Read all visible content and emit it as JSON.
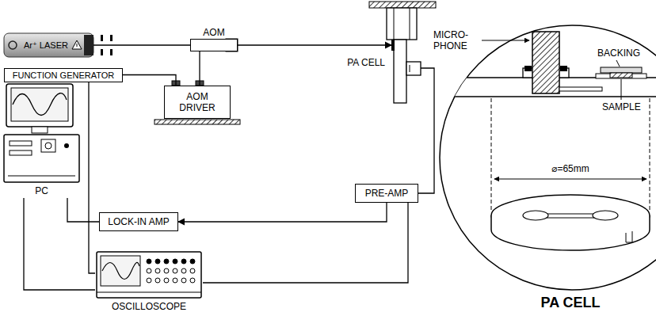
{
  "diagram": {
    "nodes": [
      {
        "text": [
          "Ar⁺ LASER"
        ]
      },
      {
        "text": [
          "AOM"
        ]
      },
      {
        "text": [
          "PA CELL"
        ]
      },
      {
        "text": [
          "FUNCTION GENERATOR"
        ]
      },
      {
        "text": [
          "AOM DRIVER"
        ]
      },
      {
        "text": [
          "PC"
        ]
      },
      {
        "text": [
          "PRE-AMP"
        ]
      },
      {
        "text": [
          "LOCK-IN AMP"
        ]
      },
      {
        "text": [
          "OSCILLOSCOPE"
        ]
      }
    ],
    "edges": [
      {
        "from": 0,
        "to": 1,
        "arrow": "none"
      },
      {
        "from": 1,
        "to": 2,
        "arrow": "to"
      },
      {
        "from": 3,
        "to": 4,
        "arrow": "none"
      },
      {
        "from": 4,
        "to": 1,
        "arrow": "none"
      },
      {
        "from": 2,
        "to": 6,
        "arrow": "none"
      },
      {
        "from": 6,
        "to": 7,
        "arrow": "to"
      },
      {
        "from": 6,
        "to": 8,
        "arrow": "none"
      },
      {
        "from": 7,
        "to": 5,
        "arrow": "none"
      },
      {
        "from": 5,
        "to": 8,
        "arrow": "none"
      },
      {
        "from": 3,
        "to": 8,
        "arrow": "none"
      }
    ],
    "labels": [
      "MICRO- PHONE",
      "BACKING",
      "SAMPLE",
      "⌀=65mm",
      "PA CELL"
    ]
  }
}
